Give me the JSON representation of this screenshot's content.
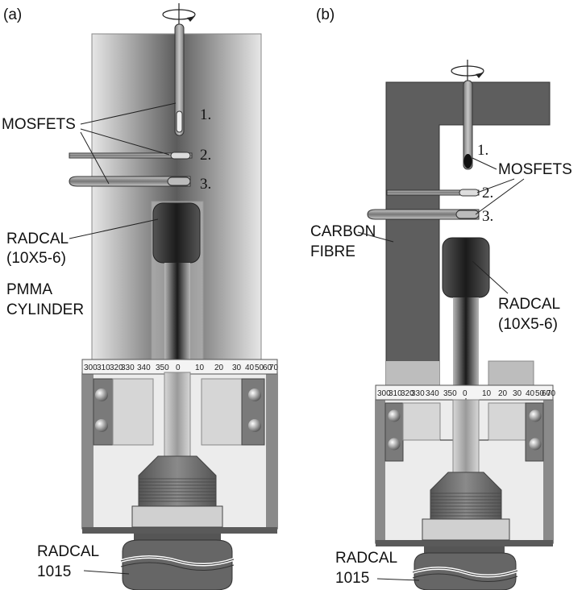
{
  "panel_a": {
    "tag": "(a)",
    "mosfets": "MOSFETS",
    "positions": [
      "1.",
      "2.",
      "3."
    ],
    "radcal_line1": "RADCAL",
    "radcal_line2": "(10X5-6)",
    "cylinder_line1": "PMMA",
    "cylinder_line2": "CYLINDER",
    "base_line1": "RADCAL",
    "base_line2": "1015",
    "dial_ticks": [
      "300",
      "310",
      "320",
      "330",
      "340",
      "350",
      "0",
      "10",
      "20",
      "30",
      "40",
      "50",
      "60",
      "70"
    ]
  },
  "panel_b": {
    "tag": "(b)",
    "mosfets": "MOSFETS",
    "positions": [
      "1.",
      "2.",
      "3."
    ],
    "frame_line1": "CARBON",
    "frame_line2": "FIBRE",
    "radcal_line1": "RADCAL",
    "radcal_line2": "(10X5-6)",
    "base_line1": "RADCAL",
    "base_line2": "1015",
    "dial_ticks": [
      "300",
      "310",
      "320",
      "330",
      "340",
      "350",
      "0",
      "10",
      "20",
      "30",
      "40",
      "50",
      "60",
      "70"
    ]
  },
  "colors": {
    "pmma_light": "#e4e4e4",
    "pmma_dark": "#5a5a5a",
    "carbon_fibre": "#5e5e5e",
    "chamber_dark": "#2a2a2a",
    "water_tank": "#e8e8e8",
    "base_connector": "#6a6a6a"
  }
}
